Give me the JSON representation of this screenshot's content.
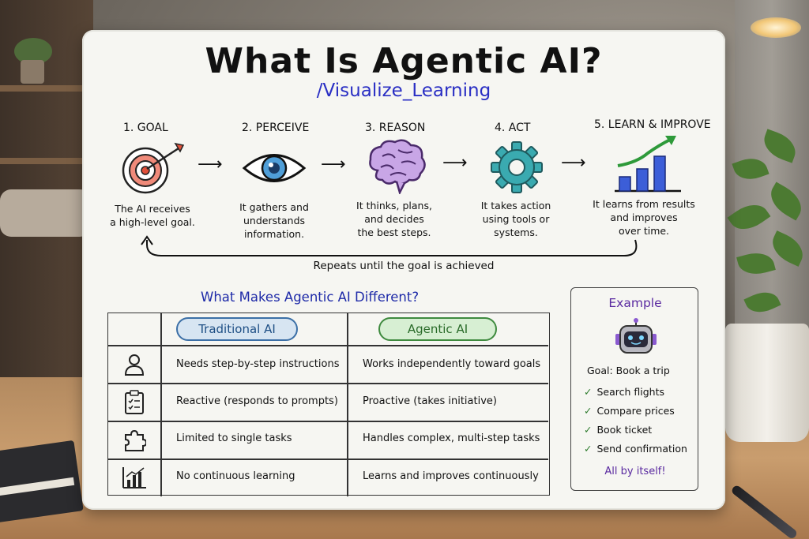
{
  "title": "What Is Agentic AI?",
  "subtitle": "/Visualize_Learning",
  "steps": [
    {
      "label": "1. GOAL",
      "icon": "target-icon",
      "desc_lines": [
        "The AI receives",
        "a high-level goal."
      ]
    },
    {
      "label": "2. PERCEIVE",
      "icon": "eye-icon",
      "desc_lines": [
        "It gathers and",
        "understands",
        "information."
      ]
    },
    {
      "label": "3. REASON",
      "icon": "brain-icon",
      "desc_lines": [
        "It thinks, plans,",
        "and decides",
        "the best steps."
      ]
    },
    {
      "label": "4. ACT",
      "icon": "gear-icon",
      "desc_lines": [
        "It takes action",
        "using tools or",
        "systems."
      ]
    },
    {
      "label": "5. LEARN & IMPROVE",
      "icon": "growth-chart-icon",
      "desc_lines": [
        "It learns from results",
        "and improves",
        "over time."
      ]
    }
  ],
  "loop_text": "Repeats until the goal is achieved",
  "comparison": {
    "title": "What Makes Agentic AI Different?",
    "headers": [
      "Traditional AI",
      "Agentic AI"
    ],
    "rows": [
      {
        "icon": "person-icon",
        "traditional": "Needs step-by-step instructions",
        "agentic": "Works independently toward goals"
      },
      {
        "icon": "checklist-icon",
        "traditional": "Reactive (responds to prompts)",
        "agentic": "Proactive (takes initiative)"
      },
      {
        "icon": "puzzle-icon",
        "traditional": "Limited to single tasks",
        "agentic": "Handles complex, multi-step tasks"
      },
      {
        "icon": "bar-chart-icon",
        "traditional": "No continuous learning",
        "agentic": "Learns and improves continuously"
      }
    ]
  },
  "example": {
    "title": "Example",
    "icon": "robot-icon",
    "goal": "Goal: Book a trip",
    "items": [
      "Search flights",
      "Compare prices",
      "Book ticket",
      "Send confirmation"
    ],
    "footer": "All by itself!"
  },
  "colors": {
    "subtitle": "#2a2fc4",
    "comparison_title": "#1e2aa8",
    "traditional_pill": "#3b6fa6",
    "agentic_pill": "#3e8a3e",
    "example_accent": "#5a2aa0",
    "check": "#2b7a2b"
  }
}
